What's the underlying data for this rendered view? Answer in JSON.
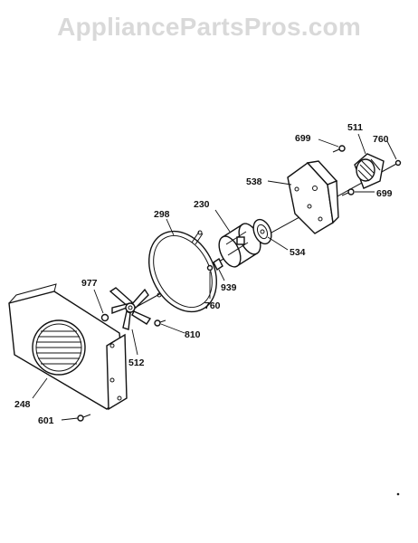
{
  "watermark": "AppliancePartsPros.com",
  "parts": {
    "p248": "248",
    "p601": "601",
    "p977": "977",
    "p512": "512",
    "p810": "810",
    "p298": "298",
    "p760a": "760",
    "p939": "939",
    "p230": "230",
    "p534": "534",
    "p538": "538",
    "p699a": "699",
    "p511": "511",
    "p760b": "760",
    "p699b": "699"
  }
}
